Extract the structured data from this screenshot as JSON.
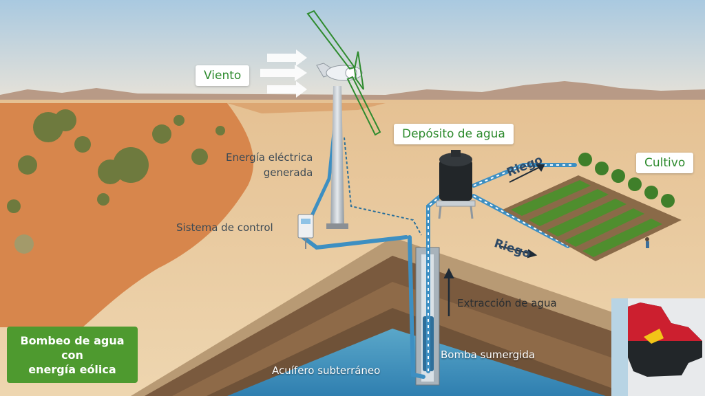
{
  "labels": {
    "wind": "Viento",
    "tank": "Depósito de agua",
    "crop": "Cultivo",
    "energy_line1": "Energía eléctrica",
    "energy_line2": "generada",
    "control": "Sistema de control",
    "irrigation_top": "Riego",
    "irrigation_bottom": "Riego",
    "extraction": "Extracción de agua",
    "pump": "Bomba sumergida",
    "aquifer": "Acuífero subterráneo"
  },
  "title": {
    "line1": "Bombeo de agua",
    "line2": "con",
    "line3": "energía eólica"
  },
  "colors": {
    "accent_green": "#2e8b2e",
    "title_green": "#4e9a2f",
    "pipe_blue": "#3d8fc2",
    "sand": "#e8c79a",
    "flag_red": "#cc1f2f"
  }
}
